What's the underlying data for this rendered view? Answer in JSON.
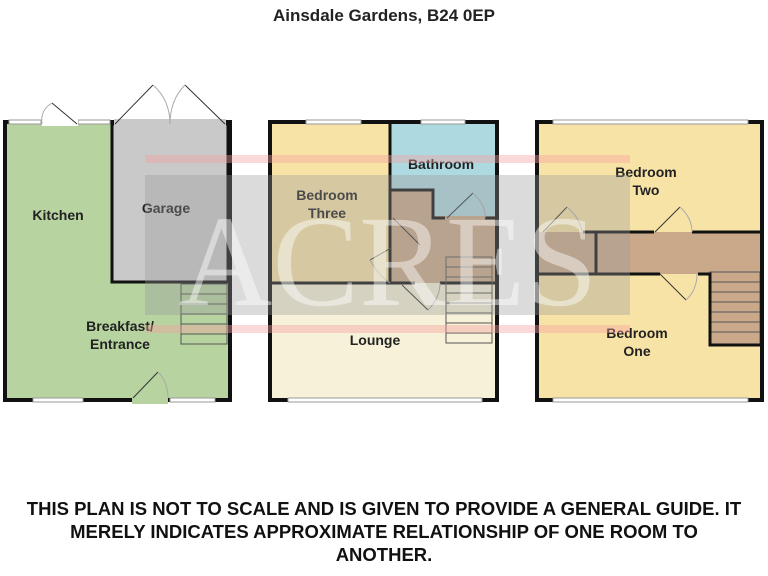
{
  "title": "Ainsdale Gardens, B24 0EP",
  "watermark": "ACRES",
  "rooms": {
    "kitchen": "Kitchen",
    "garage": "Garage",
    "breakfast_1": "Breakfast/",
    "breakfast_2": "Entrance",
    "bedroom_three_1": "Bedroom",
    "bedroom_three_2": "Three",
    "bathroom": "Bathroom",
    "lounge": "Lounge",
    "bedroom_two_1": "Bedroom",
    "bedroom_two_2": "Two",
    "bedroom_one_1": "Bedroom",
    "bedroom_one_2": "One"
  },
  "colors": {
    "kitchen": "#b6d3a0",
    "garage": "#c9c9c9",
    "bedroom": "#f8e3a6",
    "bathroom": "#aed9e0",
    "landing": "#c9a98a",
    "lounge": "#f6f1d8"
  },
  "disclaimer": "THIS PLAN IS NOT TO SCALE AND IS GIVEN TO PROVIDE A GENERAL GUIDE. IT MERELY INDICATES APPROXIMATE RELATIONSHIP OF ONE ROOM TO ANOTHER."
}
